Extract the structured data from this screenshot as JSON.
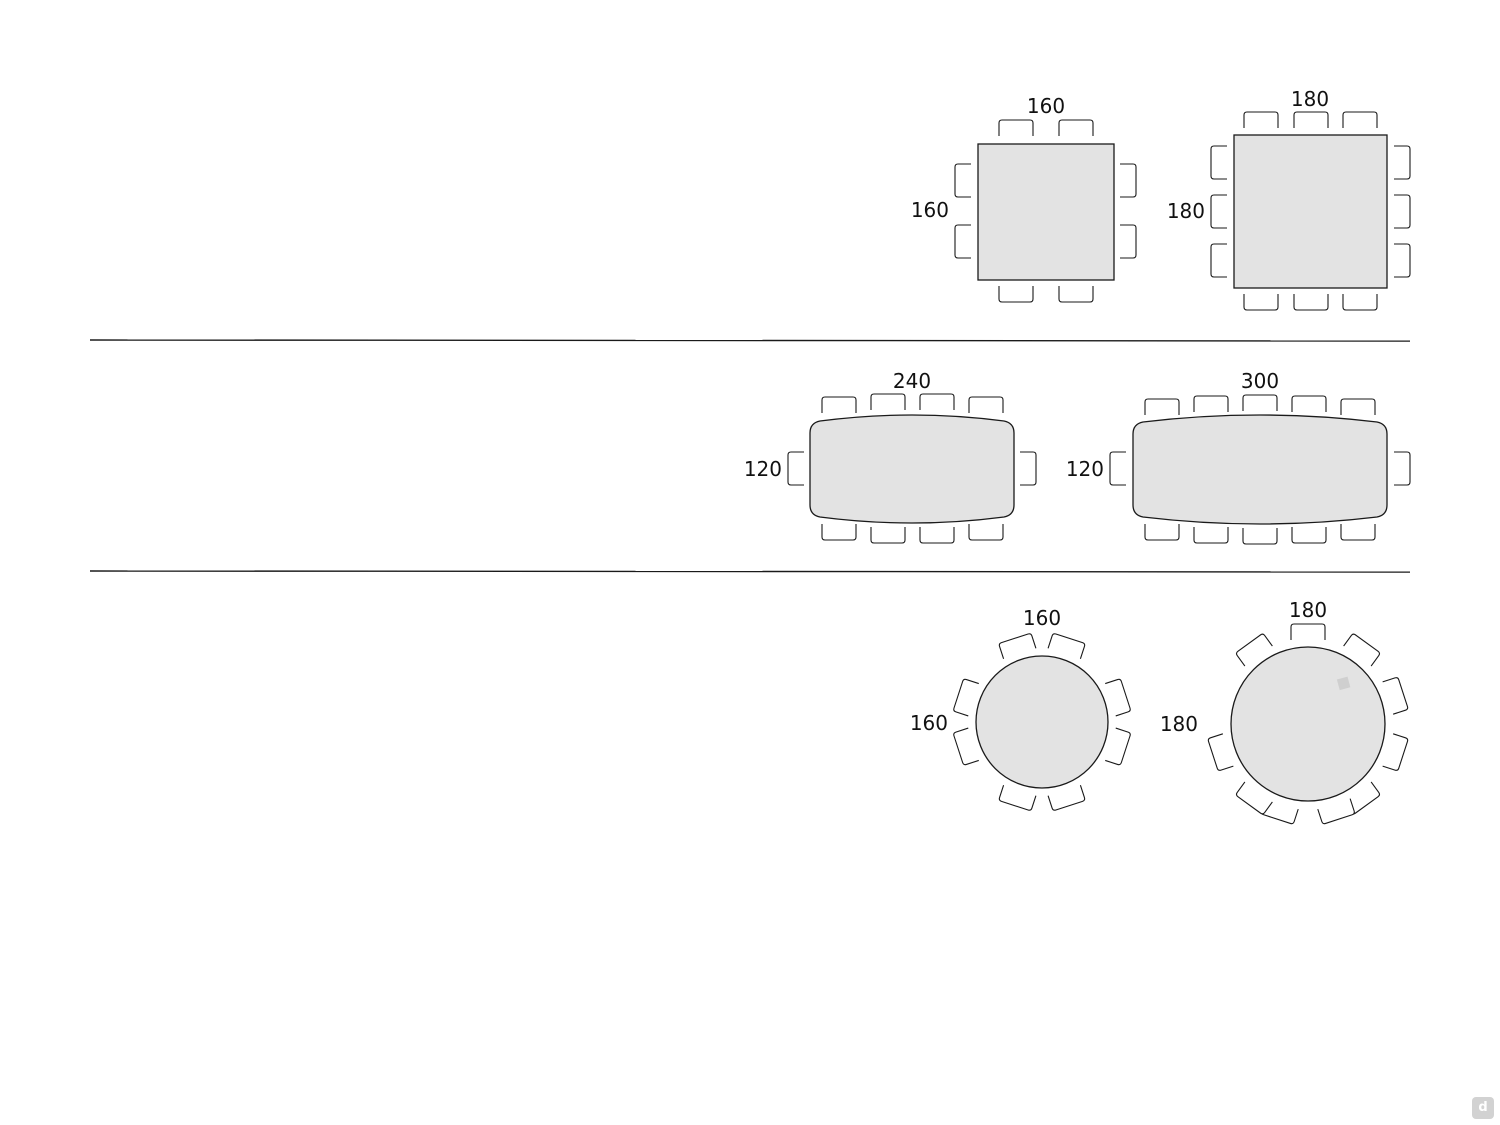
{
  "sections": [
    {
      "id": "square",
      "tables": [
        {
          "shape": "square",
          "width_label": "160",
          "depth_label": "160",
          "seats": 8
        },
        {
          "shape": "square",
          "width_label": "180",
          "depth_label": "180",
          "seats": 12
        }
      ]
    },
    {
      "id": "barrel",
      "tables": [
        {
          "shape": "barrel",
          "width_label": "240",
          "depth_label": "120",
          "seats": 10
        },
        {
          "shape": "barrel",
          "width_label": "300",
          "depth_label": "120",
          "seats": 12
        }
      ]
    },
    {
      "id": "round",
      "tables": [
        {
          "shape": "round",
          "width_label": "160",
          "depth_label": "160",
          "seats": 8
        },
        {
          "shape": "round",
          "width_label": "180",
          "depth_label": "180",
          "seats": 10
        }
      ]
    }
  ],
  "colors": {
    "table_fill": "#e3e3e3",
    "outline": "#1a1a1a",
    "badge": "#d2d2d2"
  },
  "watermark": {
    "icon": "d-logo-icon",
    "glyph": "d"
  }
}
